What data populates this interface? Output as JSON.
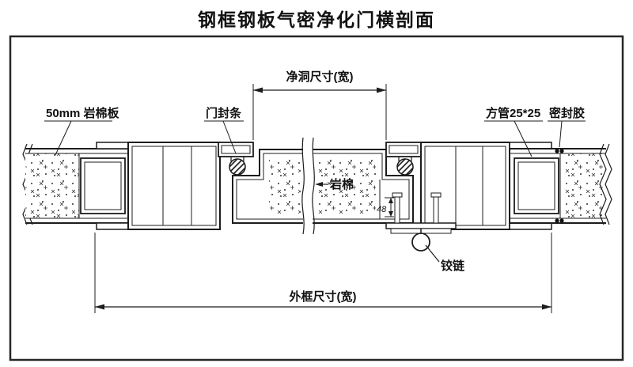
{
  "page": {
    "title": "钢框钢板气密净化门横剖面"
  },
  "drawing": {
    "labels": {
      "rockwool_board": "50mm 岩棉板",
      "door_seal": "门封条",
      "net_opening": "净洞尺寸(宽)",
      "square_tube": "方管25*25",
      "sealant": "密封胶",
      "rockwool": "岩棉",
      "dim_48": "48",
      "hinge": "铰链",
      "outer_frame": "外框尺寸(宽)"
    },
    "colors": {
      "line": "#1c1c1c",
      "border": "#262626",
      "background": "#ffffff",
      "text": "#111111"
    }
  }
}
